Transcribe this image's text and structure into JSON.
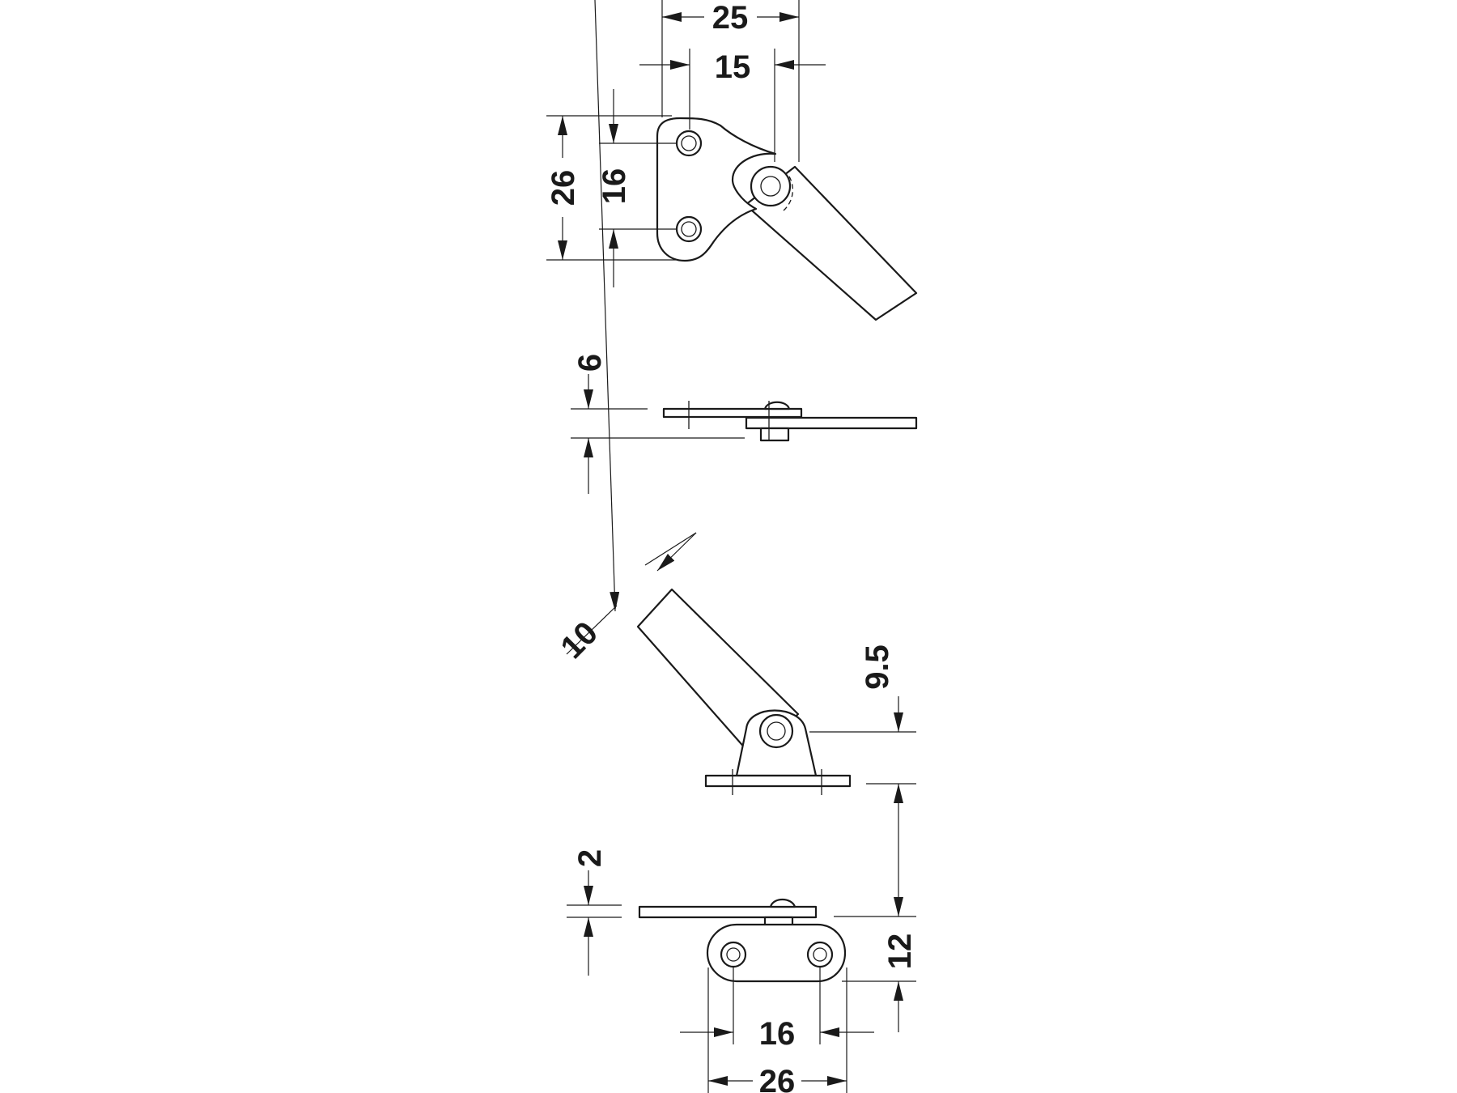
{
  "dimensions": {
    "top_view": {
      "overall_width": "25",
      "pivot_offset": "15",
      "overall_height": "26",
      "hole_spacing": "16"
    },
    "upper_side_view": {
      "thickness": "6"
    },
    "front_view": {
      "arm_width": "10",
      "pivot_height": "9.5",
      "base_to_pivot": "12"
    },
    "lower_side_view": {
      "plate_thickness": "2",
      "hole_spacing": "16",
      "base_width": "26"
    }
  },
  "colors": {
    "line": "#1a1a1a",
    "background": "#ffffff"
  }
}
